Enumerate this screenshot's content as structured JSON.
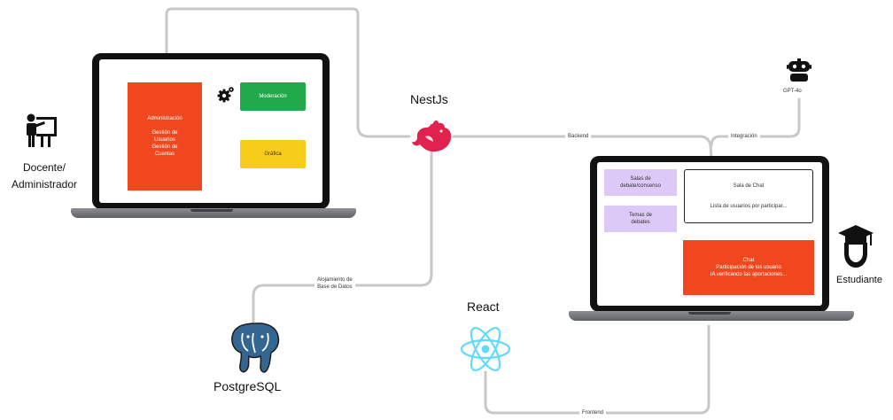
{
  "labels": {
    "docente": "Docente/\nAdministrador",
    "estudiante": "Estudiante",
    "nestjs": "NestJs",
    "react": "React",
    "postgres": "PostgreSQL",
    "gpt": "GPT-4o"
  },
  "connections": {
    "backend": "Backend",
    "integracion": "Integración",
    "alojamiento": "Alojamiento de\nBase de Datos",
    "frontend": "Frontend"
  },
  "admin_screen": {
    "red_panel": "Administración\n\nGestión de\nUsuarios\nGestión de\nCuentas",
    "green_btn": "Moderación",
    "yellow_btn": "Gráfica"
  },
  "student_screen": {
    "purple1": "Salas de\ndebate/consenso",
    "purple2": "Temas de\ndebates",
    "white_panel_title": "Sala de Chat",
    "white_panel_text": "Lista de usuarios por participar...",
    "red_panel": "Chat\nParticipación de los usuario\nIA verificando las aportaciones..."
  },
  "colors": {
    "red": "#f0471f",
    "green": "#22a94b",
    "yellow": "#f8cc1b",
    "purple": "#dcc9f7",
    "nest": "#e0234e",
    "react": "#61dafb",
    "postgres": "#336791"
  }
}
